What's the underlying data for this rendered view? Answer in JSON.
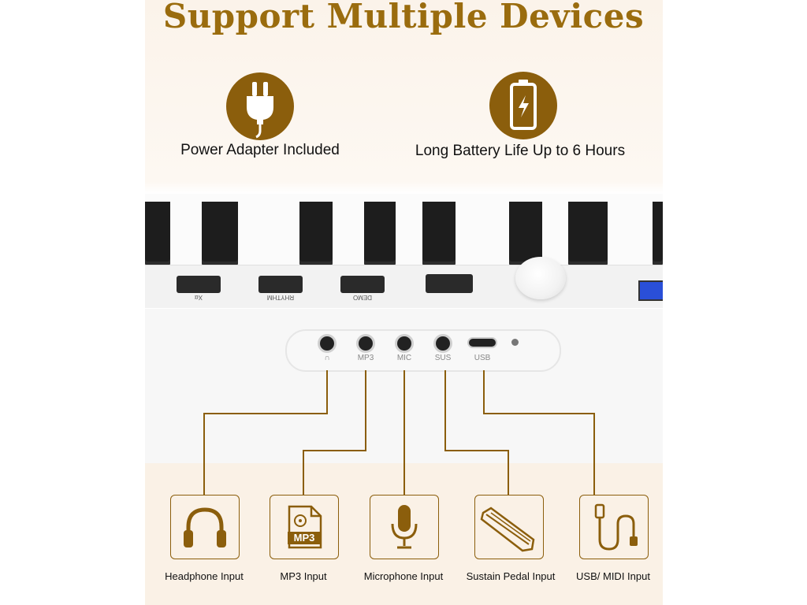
{
  "title": "Support Multiple Devices",
  "features": [
    {
      "icon": "power-plug-icon",
      "label": "Power Adapter Included"
    },
    {
      "icon": "battery-icon",
      "label": "Long Battery Life Up to 6 Hours"
    }
  ],
  "keyboard_buttons": [
    {
      "label": "Xα"
    },
    {
      "label": "RHYTHM"
    },
    {
      "label": "DEMO"
    },
    {
      "label": ""
    }
  ],
  "ports": [
    {
      "label": "∩"
    },
    {
      "label": "MP3"
    },
    {
      "label": "MIC"
    },
    {
      "label": "SUS"
    },
    {
      "label": "USB"
    }
  ],
  "inputs": [
    {
      "icon": "headphones-icon",
      "label": "Headphone Input"
    },
    {
      "icon": "mp3-file-icon",
      "label": "MP3 Input",
      "icon_text": "MP3"
    },
    {
      "icon": "microphone-icon",
      "label": "Microphone Input"
    },
    {
      "icon": "sustain-pedal-icon",
      "label": "Sustain Pedal Input"
    },
    {
      "icon": "usb-cable-icon",
      "label": "USB/ MIDI Input"
    }
  ],
  "colors": {
    "accent": "#8b5e0c",
    "title": "#9a6c0e",
    "background": "#faf1e6"
  }
}
